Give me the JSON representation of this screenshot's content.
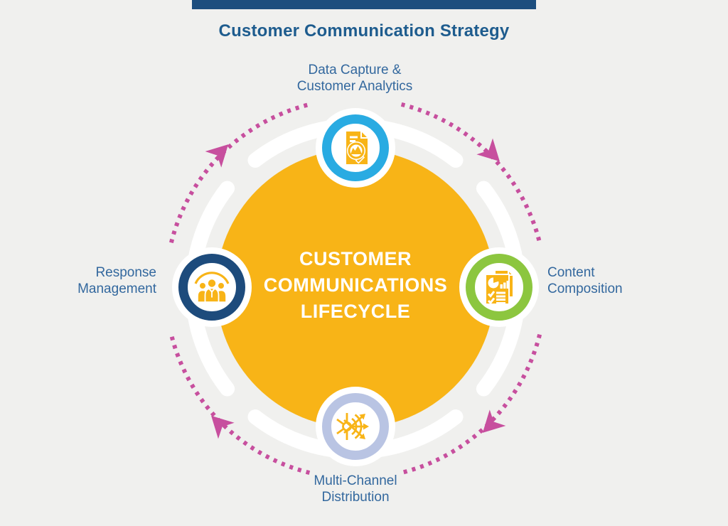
{
  "header": {
    "title": "Customer Communication Strategy",
    "bar_color": "#1d4e7e"
  },
  "colors": {
    "bg": "#f0f0ee",
    "title_blue": "#1e5c8e",
    "label_blue": "#33689e",
    "icon_yellow": "#f8b417",
    "flow_pink": "#c74f9e",
    "ring_white": "#ffffff"
  },
  "center": {
    "label": "CUSTOMER\nCOMMUNICATIONS\nLIFECYCLE",
    "fill_color": "#f8b417"
  },
  "flow": {
    "direction": "clockwise",
    "color": "#c74f9e",
    "style": "dotted-arc-with-arrowheads"
  },
  "nodes": [
    {
      "id": "data-capture",
      "position": "top",
      "label": "Data Capture &\nCustomer Analytics",
      "ring_color": "#29abe2",
      "icon": "analytics-document-icon"
    },
    {
      "id": "content-composition",
      "position": "right",
      "label": "Content\nComposition",
      "ring_color": "#8cc63f",
      "icon": "report-document-icon"
    },
    {
      "id": "multi-channel-distribution",
      "position": "bottom",
      "label": "Multi-Channel\nDistribution",
      "ring_color": "#b9c4e3",
      "icon": "broadcast-icon"
    },
    {
      "id": "response-management",
      "position": "left",
      "label": "Response\nManagement",
      "ring_color": "#1d4b7c",
      "icon": "team-icon"
    }
  ]
}
